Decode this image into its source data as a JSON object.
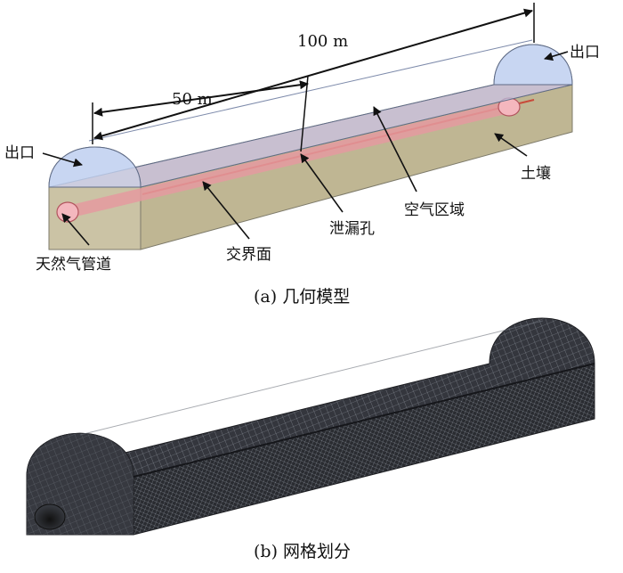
{
  "diagram_a": {
    "dim_total": "100 m",
    "dim_half": "50 m",
    "labels": {
      "outlet_left": "出口",
      "outlet_right": "出口",
      "soil": "土壤",
      "air_region": "空气区域",
      "leak_hole": "泄漏孔",
      "interface": "交界面",
      "pipeline": "天然气管道"
    },
    "caption": "(a) 几何模型",
    "colors": {
      "air": "#b8c9ec",
      "soil": "#c9c1a2",
      "interface": "#e7948a",
      "pipe": "#f4b7be"
    }
  },
  "diagram_b": {
    "caption": "(b) 网格划分",
    "colors": {
      "mesh_dark": "#2b2d33",
      "mesh_line": "#8a8f99"
    }
  }
}
